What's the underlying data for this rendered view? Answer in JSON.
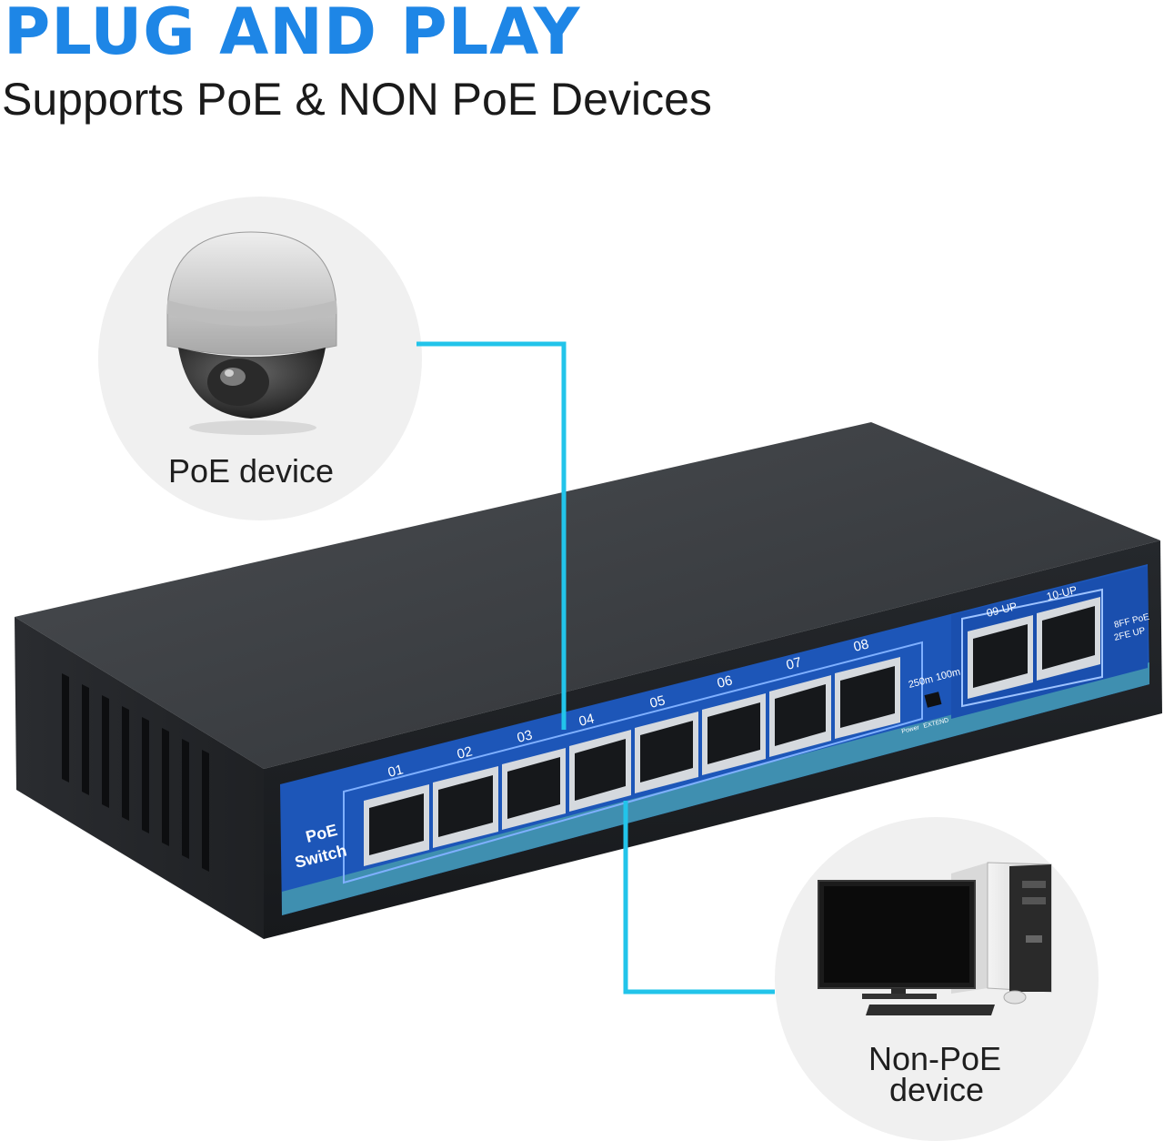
{
  "header": {
    "title": "PLUG AND PLAY",
    "subtitle": "Supports PoE & NON PoE Devices"
  },
  "devices": {
    "poe_label": "PoE device",
    "non_poe_label_line1": "Non-PoE",
    "non_poe_label_line2": "device"
  },
  "switch": {
    "brand_line1": "PoE",
    "brand_line2": "Switch",
    "ports": [
      "01",
      "02",
      "03",
      "04",
      "05",
      "06",
      "07",
      "08"
    ],
    "uplink_ports": [
      "09-UP",
      "10-UP"
    ],
    "uplink_note_line1": "8FF PoE",
    "uplink_note_line2": "2FE UP",
    "mode_250": "250m",
    "mode_100": "100m",
    "power_label": "Power",
    "extend_label": "EXTEND"
  },
  "colors": {
    "headline": "#1e86e6",
    "connector_line": "#22c4ea",
    "switch_body": "#2c2f33",
    "faceplate": "#1d56b8",
    "faceplate_stripe": "#3f8fb0"
  },
  "icons": {
    "poe_device": "dome-camera-icon",
    "non_poe_device": "desktop-computer-icon"
  }
}
